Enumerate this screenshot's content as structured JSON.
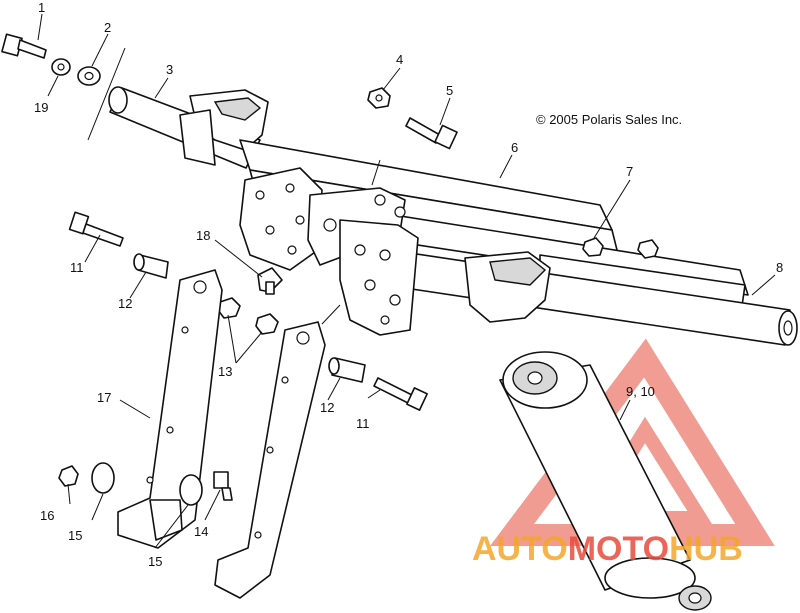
{
  "copyright": "© 2005 Polaris Sales Inc.",
  "callouts": {
    "c1": "1",
    "c2": "2",
    "c3": "3",
    "c4": "4",
    "c5": "5",
    "c6": "6",
    "c7": "7",
    "c8": "8",
    "c9_10": "9, 10",
    "c11a": "11",
    "c11b": "11",
    "c12a": "12",
    "c12b": "12",
    "c13": "13",
    "c14": "14",
    "c15a": "15",
    "c15b": "15",
    "c16": "16",
    "c17": "17",
    "c18": "18",
    "c19": "19"
  },
  "watermark": {
    "part1": "AUTO",
    "part2": "MOTO",
    "part3": "HUB",
    "color_orange": "#f4a62a",
    "color_red": "#e74c3c"
  }
}
